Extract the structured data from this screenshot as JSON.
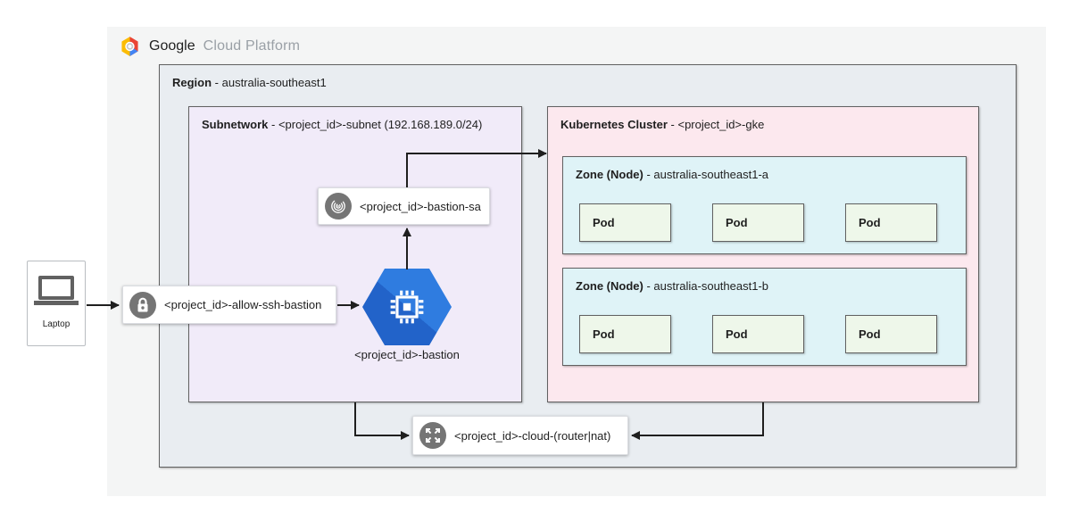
{
  "colors": {
    "canvas": "#f4f5f5",
    "region": "#e9edf1",
    "subnetwork": "#f1ebf9",
    "cluster": "#fce8ee",
    "zone": "#dff3f7",
    "pod": "#eef7ea",
    "border": "#616161",
    "node_border": "#dadce0",
    "arrow": "#1f1f1f",
    "text": "#1f1f1f",
    "icon_circle": "#757575",
    "hexagon_light": "#2f7ce0",
    "hexagon_dark": "#2263c9",
    "logo_red": "#ea4335",
    "logo_yellow": "#fbbc05",
    "logo_blue": "#4285f4",
    "logo_text": "#6d7173",
    "logo_text_light": "#9aa0a6"
  },
  "logo": {
    "brand": "Google",
    "product": "Cloud Platform"
  },
  "region": {
    "title": "Region",
    "name": " - australia-southeast1"
  },
  "subnetwork": {
    "title": "Subnetwork",
    "name": " - <project_id>-subnet (192.168.189.0/24)"
  },
  "cluster": {
    "title": "Kubernetes Cluster",
    "name": " - <project_id>-gke",
    "zones": [
      {
        "title": "Zone (Node)",
        "name": " - australia-southeast1-a",
        "pods": [
          "Pod",
          "Pod",
          "Pod"
        ]
      },
      {
        "title": "Zone (Node)",
        "name": " - australia-southeast1-b",
        "pods": [
          "Pod",
          "Pod",
          "Pod"
        ]
      }
    ]
  },
  "nodes": {
    "laptop": {
      "label": "Laptop",
      "icon": "laptop-icon"
    },
    "firewall": {
      "label": "<project_id>-allow-ssh-bastion",
      "icon": "lock-icon"
    },
    "service_account": {
      "label": "<project_id>-bastion-sa",
      "icon": "fingerprint-icon"
    },
    "bastion": {
      "label": "<project_id>-bastion",
      "icon": "compute-engine-chip-icon"
    },
    "cloud_router_nat": {
      "label": "<project_id>-cloud-(router|nat)",
      "icon": "expand-arrows-icon"
    }
  }
}
